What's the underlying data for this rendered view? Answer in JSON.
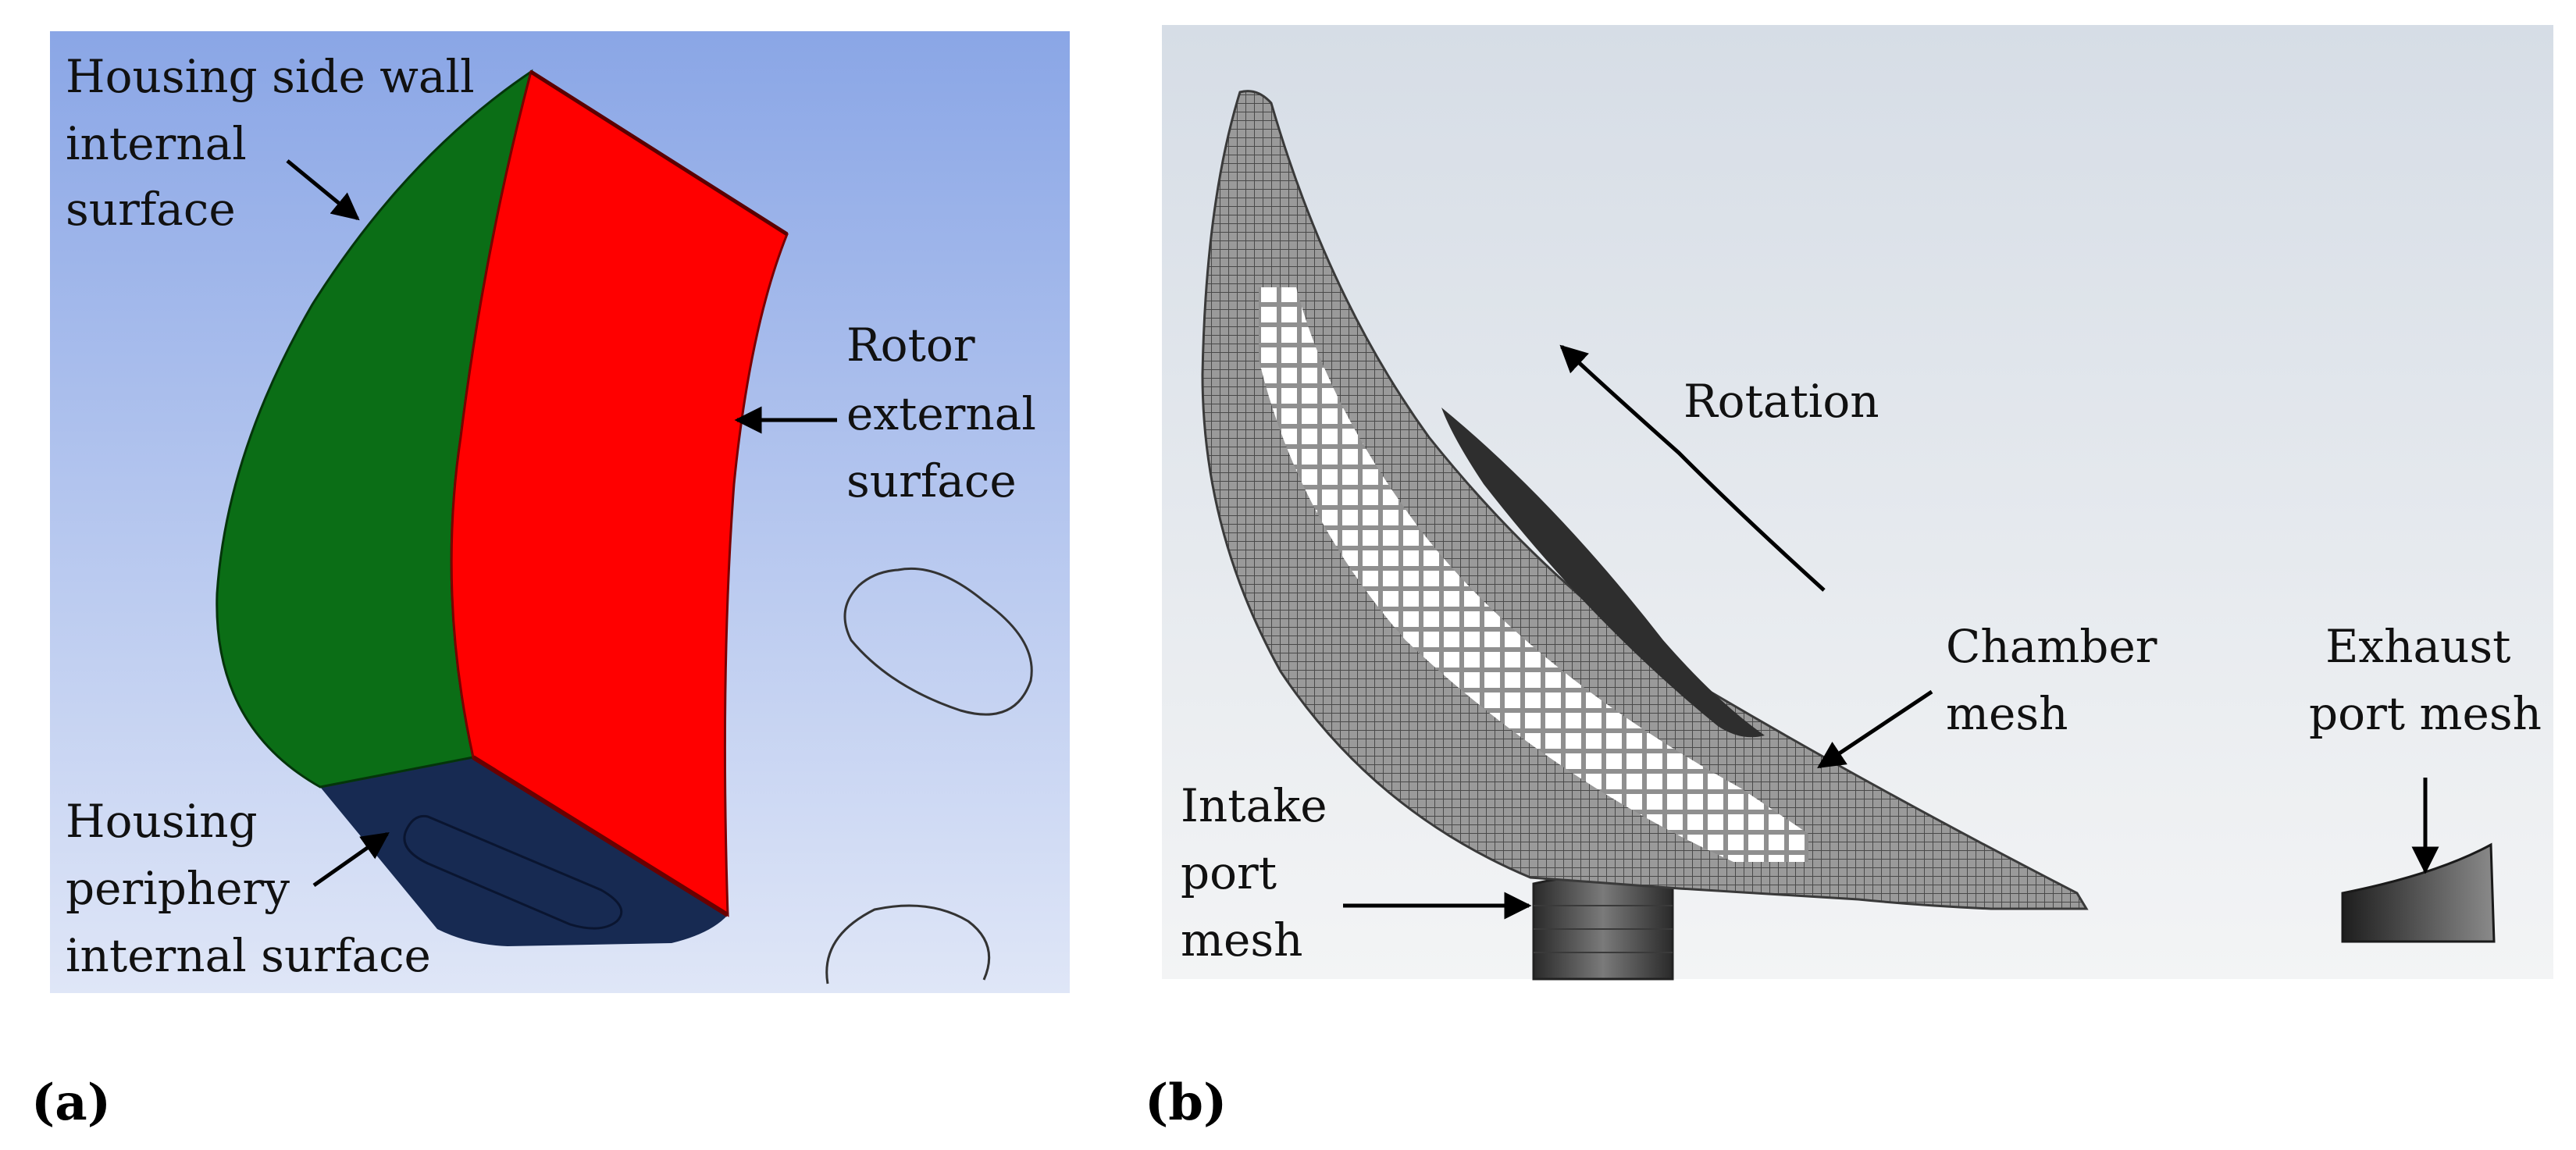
{
  "panel_a": {
    "letter": "(a)",
    "labels": {
      "side_wall": [
        "Housing side wall",
        "internal",
        "surface"
      ],
      "rotor": [
        "Rotor",
        "external",
        "surface"
      ],
      "periphery": [
        "Housing",
        "periphery",
        "internal surface"
      ]
    },
    "colors": {
      "background_top": "#8aa6e6",
      "background_bottom": "#dfe6f7",
      "side_wall": "#0b6e16",
      "rotor": "#ff0000",
      "periphery": "#172a52"
    }
  },
  "panel_b": {
    "letter": "(b)",
    "labels": {
      "rotation": "Rotation",
      "chamber": [
        "Chamber",
        "mesh"
      ],
      "exhaust": [
        "Exhaust",
        "port mesh"
      ],
      "intake": [
        "Intake",
        "port",
        "mesh"
      ]
    },
    "colors": {
      "background_top": "#d6dde6",
      "background_bottom": "#f3f4f5",
      "mesh_fill": "#8f8f8f",
      "mesh_line": "#4a4a4a"
    }
  }
}
